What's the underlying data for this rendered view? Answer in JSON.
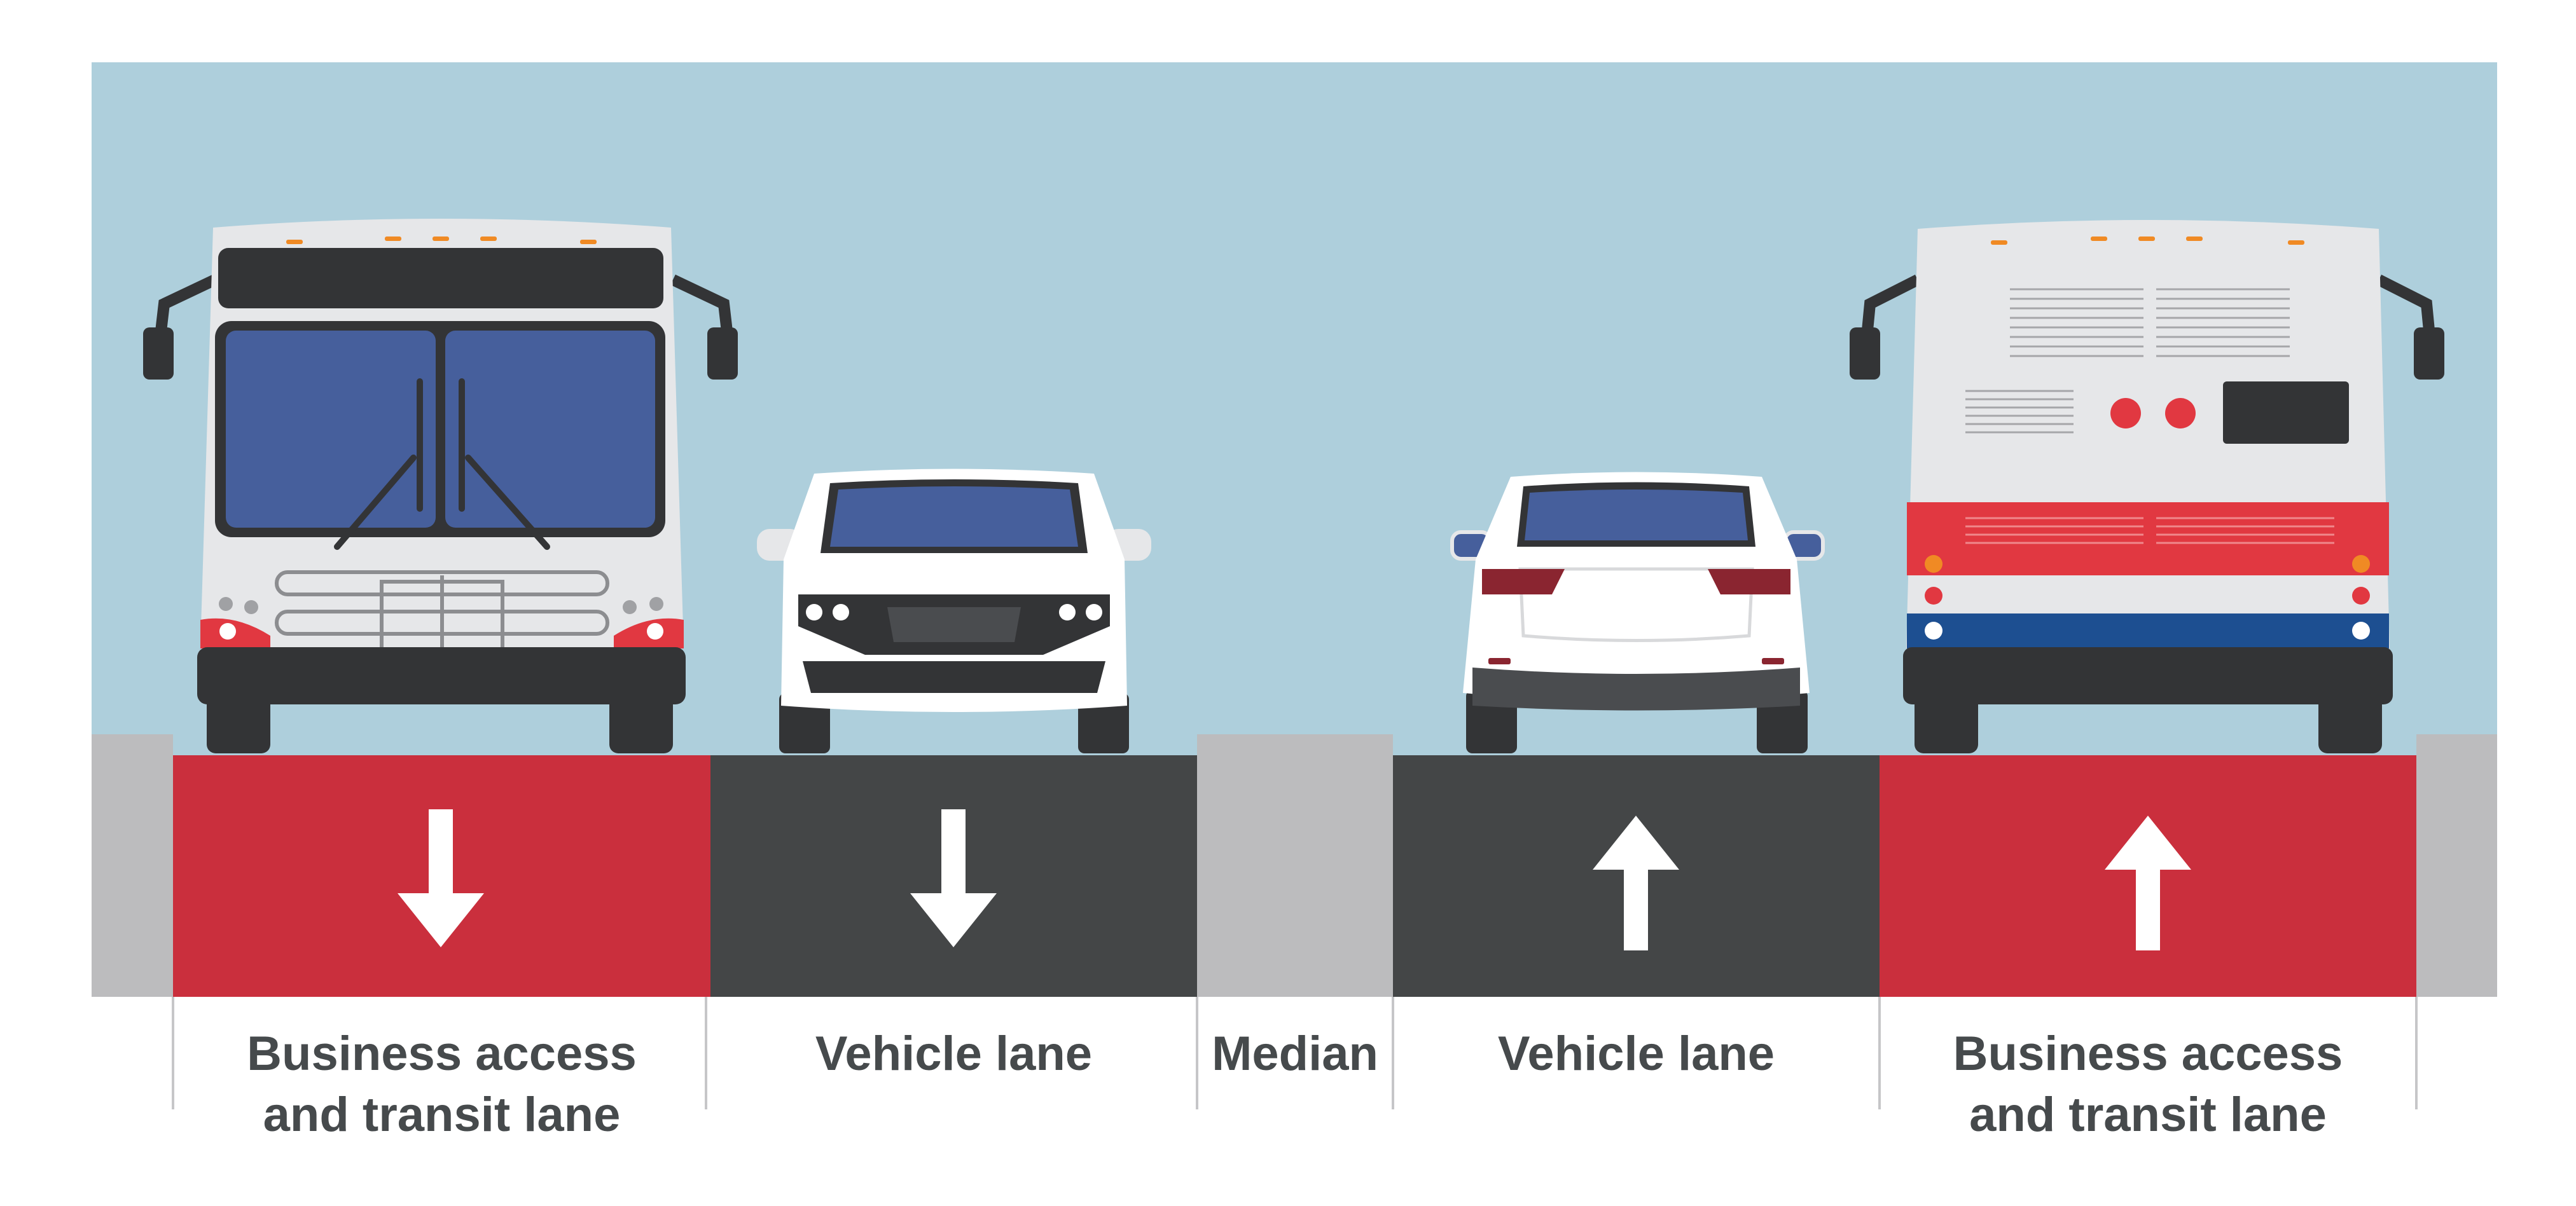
{
  "colors": {
    "sky": "#aecfdc",
    "transit_lane": "#ca2f3d",
    "vehicle_lane": "#444647",
    "median": "#bcbcbe",
    "label_text": "#464a4c",
    "arrow": "#ffffff",
    "bus_body": "#e6e7e9",
    "window": "#465f9c",
    "bus_red": "#e13841",
    "bus_blue": "#1d4f91",
    "dark": "#333436"
  },
  "lanes": [
    {
      "id": "transit-lane-left",
      "type": "transit",
      "direction": "down",
      "label_lines": [
        "Business access",
        "and transit lane"
      ],
      "vehicle": "bus-front-icon"
    },
    {
      "id": "vehicle-lane-left",
      "type": "vehicle",
      "direction": "down",
      "label_lines": [
        "Vehicle lane"
      ],
      "vehicle": "car-front-icon"
    },
    {
      "id": "median",
      "type": "median",
      "direction": "none",
      "label_lines": [
        "Median"
      ],
      "vehicle": ""
    },
    {
      "id": "vehicle-lane-right",
      "type": "vehicle",
      "direction": "up",
      "label_lines": [
        "Vehicle lane"
      ],
      "vehicle": "car-rear-icon"
    },
    {
      "id": "transit-lane-right",
      "type": "transit",
      "direction": "up",
      "label_lines": [
        "Business access",
        "and transit lane"
      ],
      "vehicle": "bus-rear-icon"
    }
  ]
}
